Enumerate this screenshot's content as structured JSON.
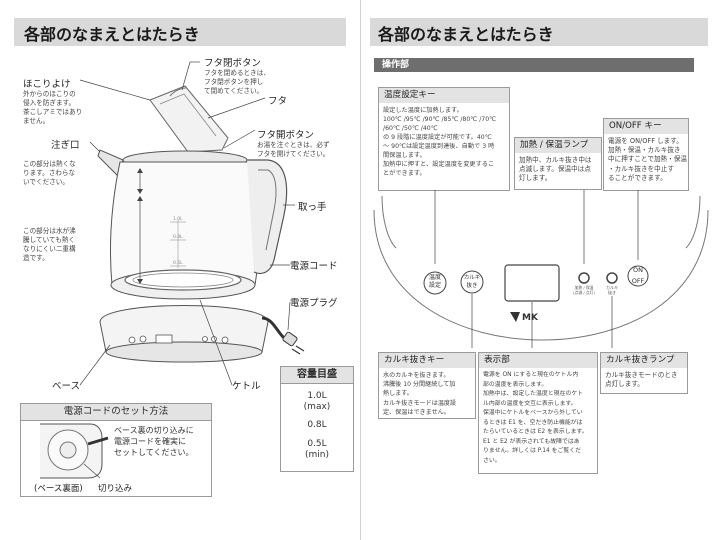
{
  "left": {
    "header": "各部のなまえとはたらき",
    "labels": {
      "lid_button": "フタ閉ボタン",
      "lid": "フタ",
      "lid_open": "フタ開ボタン",
      "dust": "ほこりよけ",
      "spout": "注ぎ口",
      "handle": "取っ手",
      "cord": "電源コード",
      "plug": "電源プラグ",
      "base": "ベース",
      "kettle": "ケトル"
    },
    "notes": {
      "lid_button": "フタを閉めるときは、\nフタ閉ボタンを押し\nて閉めてください。",
      "lid_open": "お湯を注ぐときは、必ず\nフタを開けてください。",
      "dust": "外からのほこりの\n侵入を防ぎます。\n茶こしアミではあり\nません。",
      "hot_top": "この部分は熱くな\nります。さわらな\nいでください。",
      "hot_body": "この部分は水が沸\n騰していても熱く\nなりにくい二重構\n造です。"
    },
    "capacity": {
      "title": "容量目盛",
      "v1": "1.0L\n(max)",
      "v2": "0.8L",
      "v3": "0.5L\n(min)"
    },
    "scale_marks": [
      "1.0L",
      "0.8L",
      "0.5L"
    ],
    "cord_set": {
      "title": "電源コードのセット方法",
      "text": "ベース裏の切り込みに\n電源コードを確実に\nセットしてください。",
      "base_caption": "(ベース裏面)",
      "notch": "切り込み"
    }
  },
  "right": {
    "header": "各部のなまえとはたらき",
    "section": "操作部",
    "temp_key": {
      "title": "温度設定キー",
      "body": "設定した温度に加熱します。\n100℃ /95℃ /90℃ /85℃ /80℃ /70℃\n/60℃ /50℃ /40℃\nの 9 段階に温度設定が可能です。40℃\n～ 90℃は設定温度到達後、自動で 3 時\n間保温します。\n加熱中に押すと、設定温度を変更するこ\nとができます。"
    },
    "heat_lamp": {
      "title": "加熱 / 保温ランプ",
      "body": "加熱中、カルキ抜き中は\n点滅します。保温中は点\n灯します。"
    },
    "onoff_key": {
      "title": "ON/OFF キー",
      "body": "電源を ON/OFF します。\n加熱・保温・カルキ抜き\n中に押すことで加熱・保温\n・カルキ抜きを中止す\nることができます。"
    },
    "panel": {
      "btn_temp": "温度\n設定",
      "btn_calc": "カルキ\n抜き",
      "lamp_heat": "加熱 / 保温\n(点滅 / 点灯)",
      "lamp_calc": "カルキ\n抜き",
      "btn_on": "ON",
      "btn_off": "OFF",
      "logo": "MK"
    },
    "calc_key": {
      "title": "カルキ抜きキー",
      "body": "水のカルキを抜きます。\n沸騰後 10 分間継続して加\n熱します。\nカルキ抜きモードは温度設\n定、保温はできません。"
    },
    "display": {
      "title": "表示部",
      "body": "電源を ON にすると現在のケトル内\n部の温度を表示します。\n加熱中は、設定した温度と現在のケト\nル内部の温度を交互に表示します。\n保温中にケトルをベースから外してい\nるときは E1 を、空だき防止機能がは\nたらいているときは E2 を表示します。\nE1 と E2 が表示されても故障ではあ\nりません。詳しくは P.14 をご覧くだ\nさい。"
    },
    "calc_lamp": {
      "title": "カルキ抜きランプ",
      "body": "カルキ抜きモードのとき\n点灯します。"
    }
  },
  "colors": {
    "header_bg": "#d9d9d9",
    "section_bar": "#6e6e6e",
    "box_head": "#e3e3e3",
    "line": "#555555"
  }
}
